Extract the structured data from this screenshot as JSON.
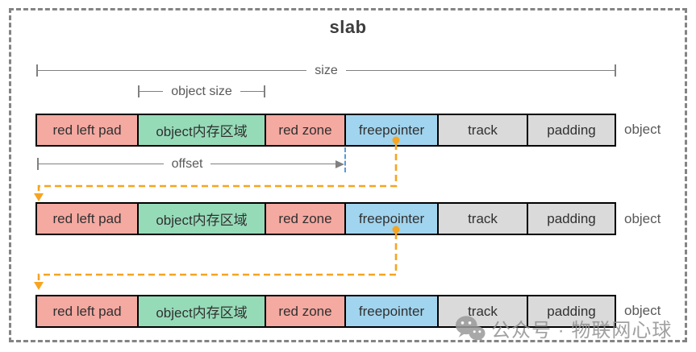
{
  "title": "slab",
  "measurements": {
    "size_label": "size",
    "object_size_label": "object size",
    "offset_label": "offset"
  },
  "rows": [
    {
      "segments": [
        "red left pad",
        "object内存区域",
        "red zone",
        "freepointer",
        "track",
        "padding"
      ],
      "object_label": "object"
    },
    {
      "segments": [
        "red left pad",
        "object内存区域",
        "red zone",
        "freepointer",
        "track",
        "padding"
      ],
      "object_label": "object"
    },
    {
      "segments": [
        "red left pad",
        "object内存区域",
        "red zone",
        "freepointer",
        "track",
        "padding"
      ],
      "object_label": "object"
    }
  ],
  "connectors": [
    {
      "from": "row-1-freepointer",
      "to": "row-2-start"
    },
    {
      "from": "row-2-freepointer",
      "to": "row-3-start"
    }
  ],
  "watermark": {
    "icon": "wechat-icon",
    "text": "公众号 · 物联网心球"
  },
  "colors": {
    "red_pad": "#F4A9A1",
    "object_area": "#96DBB8",
    "freepointer": "#A1D4EE",
    "track_padding": "#DADADA",
    "connector_orange": "#F7A420",
    "offset_guide_blue": "#5B9BD5",
    "measure_gray": "#808080",
    "frame_gray": "#848484"
  }
}
